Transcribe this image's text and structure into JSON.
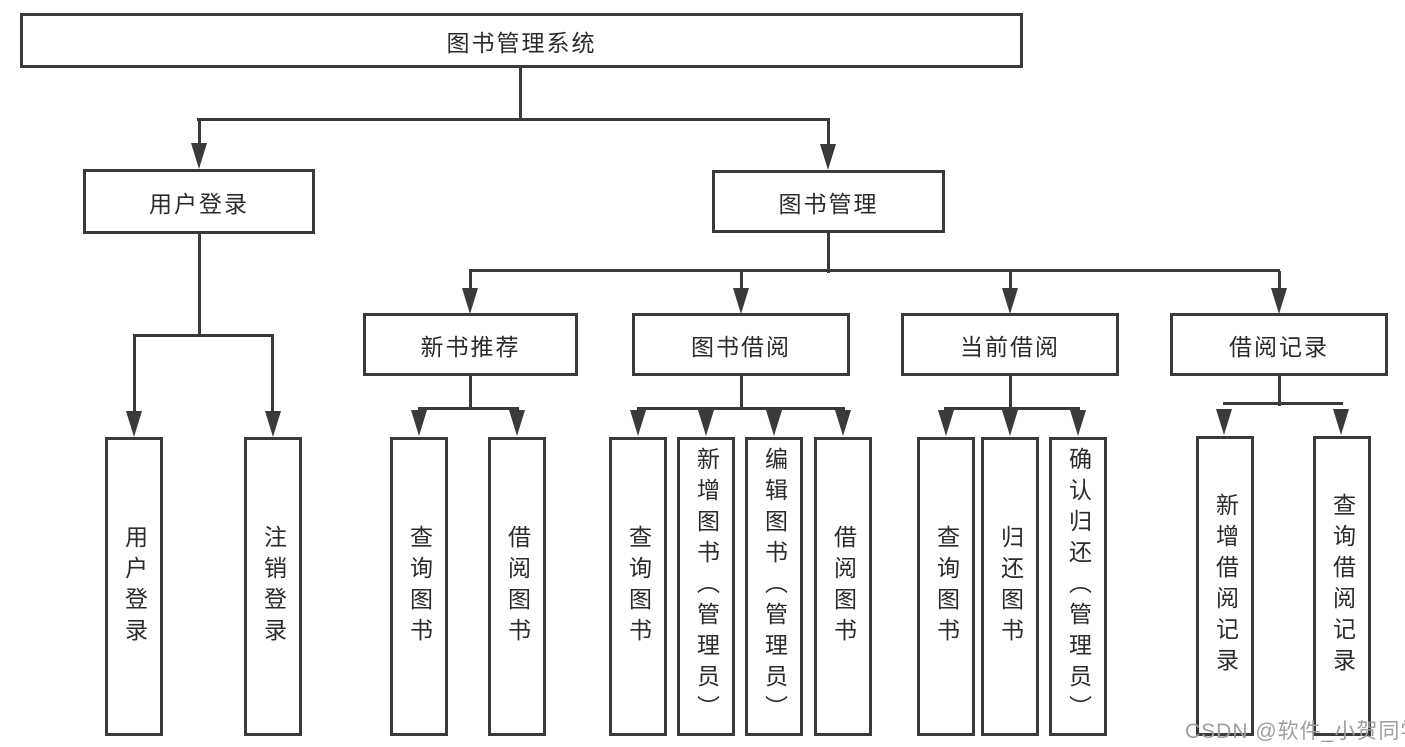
{
  "tree": {
    "label": "图书管理系统",
    "children": [
      {
        "label": "用户登录",
        "children": [
          {
            "label": "用户登录"
          },
          {
            "label": "注销登录"
          }
        ]
      },
      {
        "label": "图书管理",
        "children": [
          {
            "label": "新书推荐",
            "children": [
              {
                "label": "查询图书"
              },
              {
                "label": "借阅图书"
              }
            ]
          },
          {
            "label": "图书借阅",
            "children": [
              {
                "label": "查询图书"
              },
              {
                "label": "新增图书（管理员）"
              },
              {
                "label": "编辑图书（管理员）"
              },
              {
                "label": "借阅图书"
              }
            ]
          },
          {
            "label": "当前借阅",
            "children": [
              {
                "label": "查询图书"
              },
              {
                "label": "归还图书"
              },
              {
                "label": "确认归还（管理员）"
              }
            ]
          },
          {
            "label": "借阅记录",
            "children": [
              {
                "label": "新增借阅记录"
              },
              {
                "label": "查询借阅记录"
              }
            ]
          }
        ]
      }
    ]
  },
  "watermark": {
    "text": "CSDN @软件_小贺同学"
  },
  "colors": {
    "line": "#3a3a3a",
    "ink": "#2b2b2b",
    "wm": "#9e9e9e",
    "bg": "#ffffff"
  }
}
